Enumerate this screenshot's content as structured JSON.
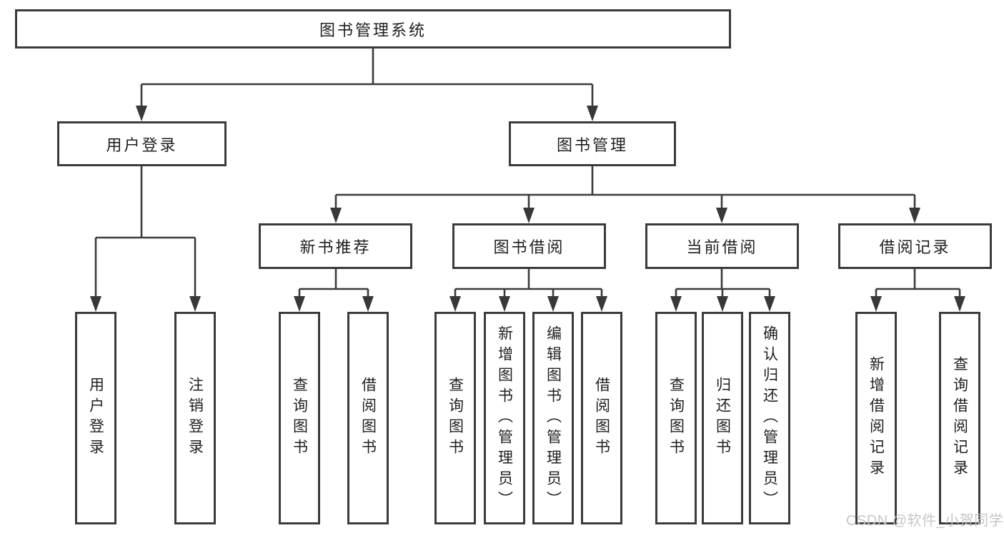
{
  "diagram": {
    "tree": {
      "label": "图书管理系统",
      "children": [
        {
          "label": "用户登录",
          "children": [
            {
              "label": "用户登录"
            },
            {
              "label": "注销登录"
            }
          ]
        },
        {
          "label": "图书管理",
          "children": [
            {
              "label": "新书推荐",
              "children": [
                {
                  "label": "查询图书"
                },
                {
                  "label": "借阅图书"
                }
              ]
            },
            {
              "label": "图书借阅",
              "children": [
                {
                  "label": "查询图书"
                },
                {
                  "label": "新增图书（管理员）"
                },
                {
                  "label": "编辑图书（管理员）"
                },
                {
                  "label": "借阅图书"
                }
              ]
            },
            {
              "label": "当前借阅",
              "children": [
                {
                  "label": "查询图书"
                },
                {
                  "label": "归还图书"
                },
                {
                  "label": "确认归还（管理员）"
                }
              ]
            },
            {
              "label": "借阅记录",
              "children": [
                {
                  "label": "新增借阅记录"
                },
                {
                  "label": "查询借阅记录"
                }
              ]
            }
          ]
        }
      ]
    },
    "colors": {
      "line": "#3b3b3b",
      "text": "#1f1f1f",
      "box_background": "#ffffff",
      "watermark": "#c6c6c6"
    }
  },
  "watermark": {
    "text": "CSDN @软件_小贺同学"
  }
}
